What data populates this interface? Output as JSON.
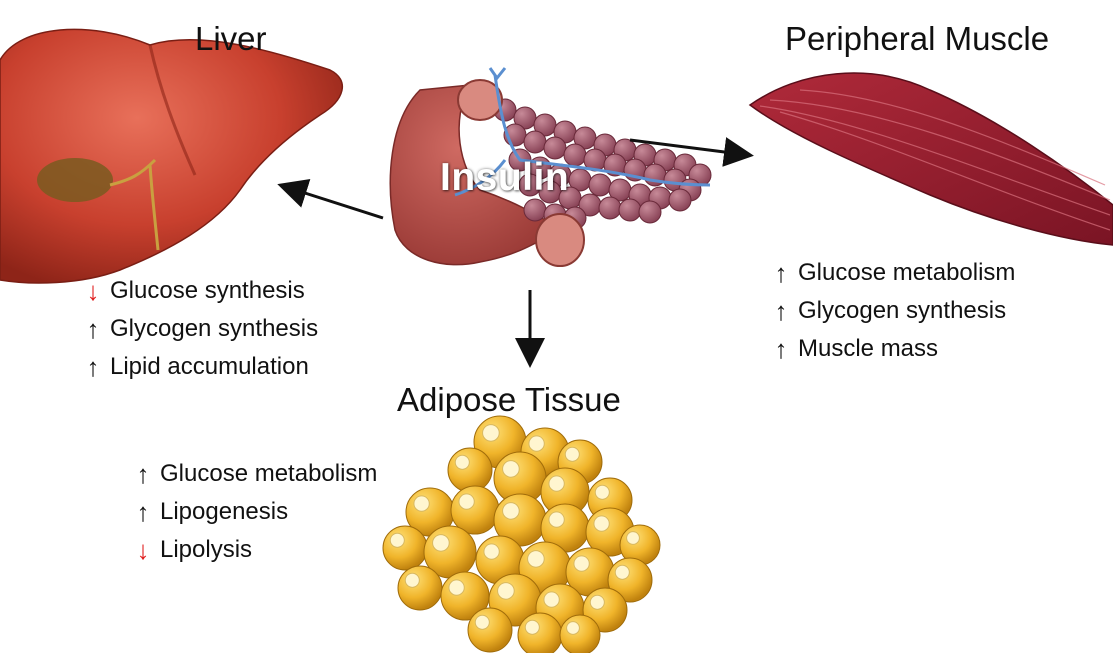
{
  "center": {
    "label": "Insulin"
  },
  "colors": {
    "up": "#111111",
    "down": "#e02020",
    "liver": "#c8402e",
    "muscle": "#9b1f2f",
    "fat": "#f0b42a",
    "pancreas": "#b8504a",
    "duct": "#5b8fd0"
  },
  "organs": [
    {
      "id": "liver",
      "title": "Liver",
      "icon": "liver-icon",
      "effects": [
        {
          "direction": "down",
          "glyph": "↓",
          "text": "Glucose synthesis"
        },
        {
          "direction": "up",
          "glyph": "↑",
          "text": "Glycogen synthesis"
        },
        {
          "direction": "up",
          "glyph": "↑",
          "text": "Lipid accumulation"
        }
      ]
    },
    {
      "id": "muscle",
      "title": "Peripheral Muscle",
      "icon": "muscle-icon",
      "effects": [
        {
          "direction": "up",
          "glyph": "↑",
          "text": "Glucose metabolism"
        },
        {
          "direction": "up",
          "glyph": "↑",
          "text": "Glycogen synthesis"
        },
        {
          "direction": "up",
          "glyph": "↑",
          "text": "Muscle mass"
        }
      ]
    },
    {
      "id": "adipose",
      "title": "Adipose Tissue",
      "icon": "fat-cells-icon",
      "effects": [
        {
          "direction": "up",
          "glyph": "↑",
          "text": "Glucose metabolism"
        },
        {
          "direction": "up",
          "glyph": "↑",
          "text": "Lipogenesis"
        },
        {
          "direction": "down",
          "glyph": "↓",
          "text": "Lipolysis"
        }
      ]
    }
  ]
}
